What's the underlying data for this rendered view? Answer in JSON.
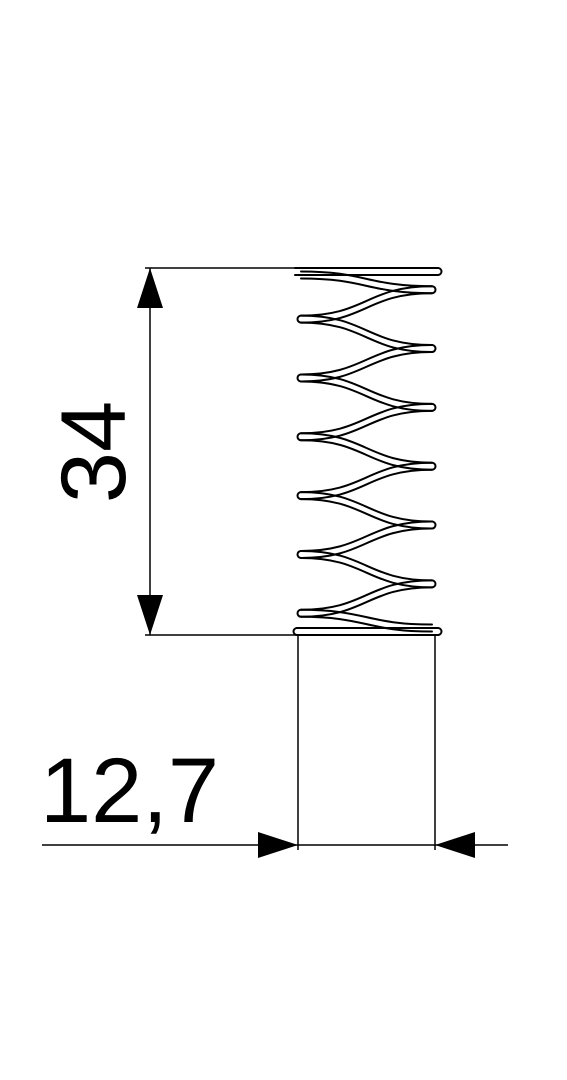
{
  "dimensions": {
    "height": {
      "value": 34,
      "label": "34"
    },
    "diameter": {
      "value": 12.7,
      "label": "12,7"
    }
  },
  "spring": {
    "active_coils": 6
  },
  "colors": {
    "line": "#000000",
    "background": "#ffffff"
  }
}
